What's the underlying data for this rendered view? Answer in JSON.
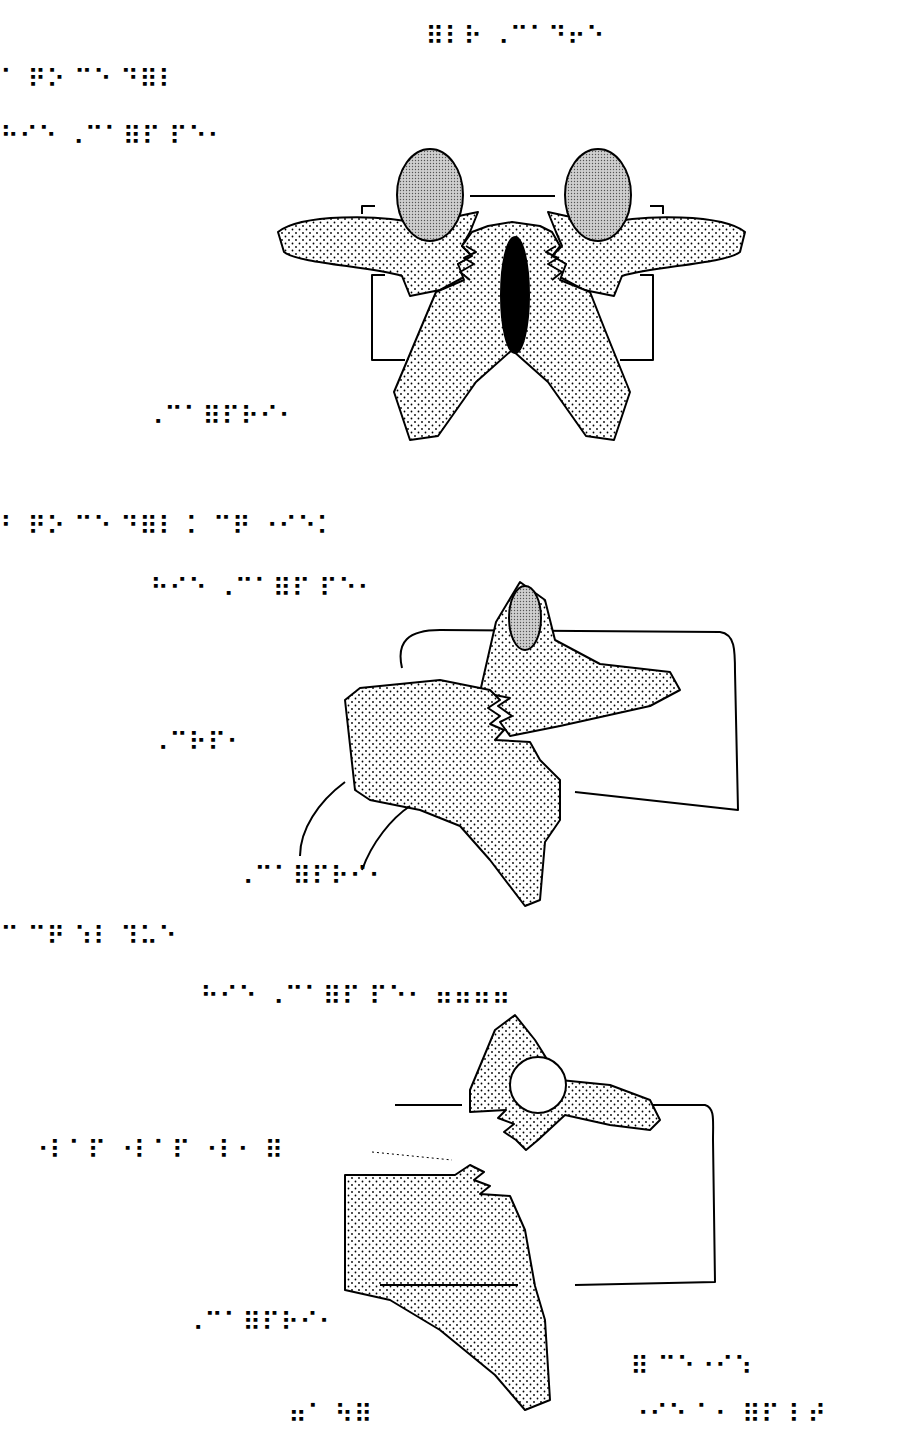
{
  "diagram": {
    "title": "⠿⠇⠗ ⠠⠉⠁⠙⠖⠑",
    "labels": [
      "⠁ ⠟⠕ ⠉⠑ ⠙⠿⠇",
      "⠓⠊⠑ ⠠⠉⠁⠿⠏ ⠏⠑⠂",
      "⠠⠉⠁⠿⠏⠗⠊⠂",
      "⠃ ⠟⠕ ⠉⠑ ⠙⠿⠇ ⠅ ⠉⠟ ⠐⠊⠑⠅",
      "⠓⠊⠑ ⠠⠉⠁⠿⠏ ⠏⠑⠂",
      "⠠⠉⠗⠏⠂",
      "⠠⠉⠁⠿⠏⠗⠊⠂",
      "⠉ ⠉⠟ ⠱⠇ ⠹⠥⠑",
      "⠓⠊⠑ ⠠⠉⠁⠿⠏ ⠏⠑⠂ ⠶⠶⠶⠶",
      "⠐⠇⠁⠏ ⠐⠇⠁⠏ ⠐⠇⠂ ⠿",
      "⠠⠉⠁⠿⠏⠗⠊⠂",
      "⠿ ⠉⠑⠐⠊⠱",
      "⠶⠁ ⠳⠿",
      "⠐⠊⠑ ⠁⠂ ⠿⠏ ⠇⠞"
    ]
  }
}
